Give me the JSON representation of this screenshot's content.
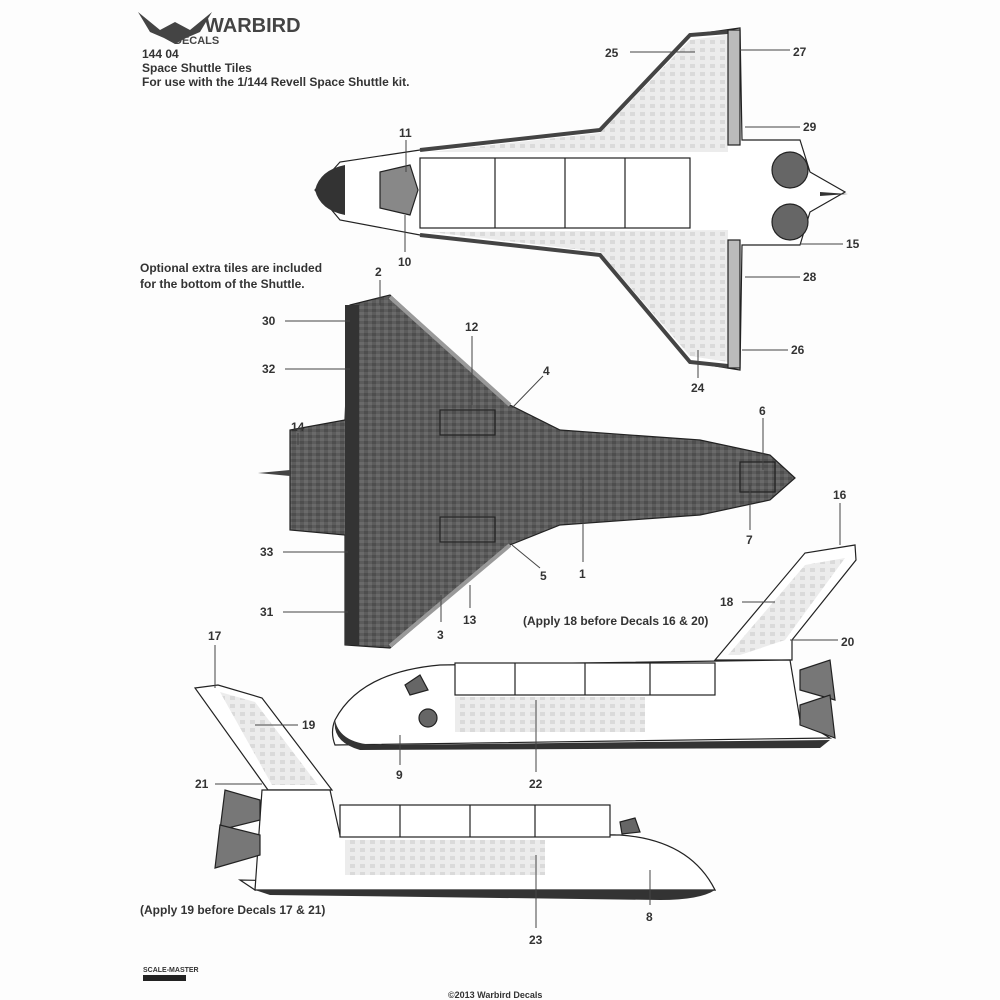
{
  "header": {
    "brand": "WARBIRD",
    "brand_sub": "DECALS",
    "product_code": "144 04",
    "title": "Space Shuttle Tiles",
    "subtitle": "For use with the 1/144 Revell Space Shuttle kit."
  },
  "notes": {
    "optional_line1": "Optional extra tiles are included",
    "optional_line2": "for the bottom of the Shuttle.",
    "apply_18": "(Apply 18 before Decals 16 & 20)",
    "apply_19": "(Apply 19 before Decals 17 & 21)"
  },
  "callouts": {
    "n1": "1",
    "n2": "2",
    "n3": "3",
    "n4": "4",
    "n5": "5",
    "n6": "6",
    "n7": "7",
    "n8": "8",
    "n9": "9",
    "n10": "10",
    "n11": "11",
    "n12": "12",
    "n13": "13",
    "n14": "14",
    "n15": "15",
    "n16": "16",
    "n17": "17",
    "n18": "18",
    "n19": "19",
    "n20": "20",
    "n21": "21",
    "n22": "22",
    "n23": "23",
    "n24": "24",
    "n25": "25",
    "n26": "26",
    "n27": "27",
    "n28": "28",
    "n29": "29",
    "n30": "30",
    "n31": "31",
    "n32": "32",
    "n33": "33"
  },
  "footer": {
    "scalemaster": "SCALE-MASTER",
    "copyright": "©2013 Warbird Decals"
  },
  "colors": {
    "tile_dark": "#5c5c5c",
    "tile_light": "#e4e4e4",
    "ink": "#222222"
  }
}
